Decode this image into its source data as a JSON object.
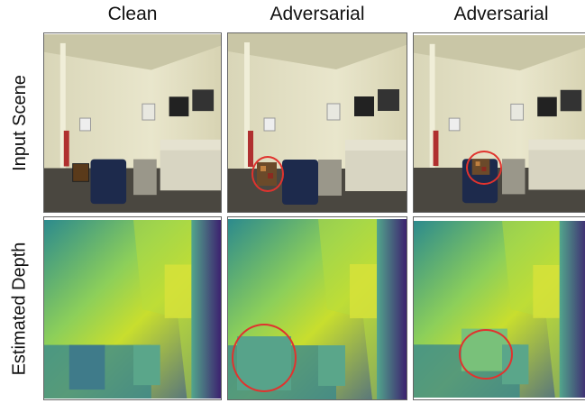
{
  "columns": [
    {
      "title": "Clean",
      "patch": false,
      "depth_anomaly": false
    },
    {
      "title": "Adversarial",
      "patch": true,
      "depth_anomaly": true
    },
    {
      "title": "Adversarial",
      "patch": true,
      "depth_anomaly": true
    }
  ],
  "rows": [
    {
      "label": "Input Scene",
      "kind": "scene"
    },
    {
      "label": "Estimated Depth",
      "kind": "depth"
    }
  ],
  "colors": {
    "highlight_circle": "#e0332e",
    "wall": "#e4e1c4",
    "chair": "#1d2a4c",
    "depth_near": "#40187a",
    "depth_mid": "#2e9a8c",
    "depth_far": "#f5e21a"
  }
}
